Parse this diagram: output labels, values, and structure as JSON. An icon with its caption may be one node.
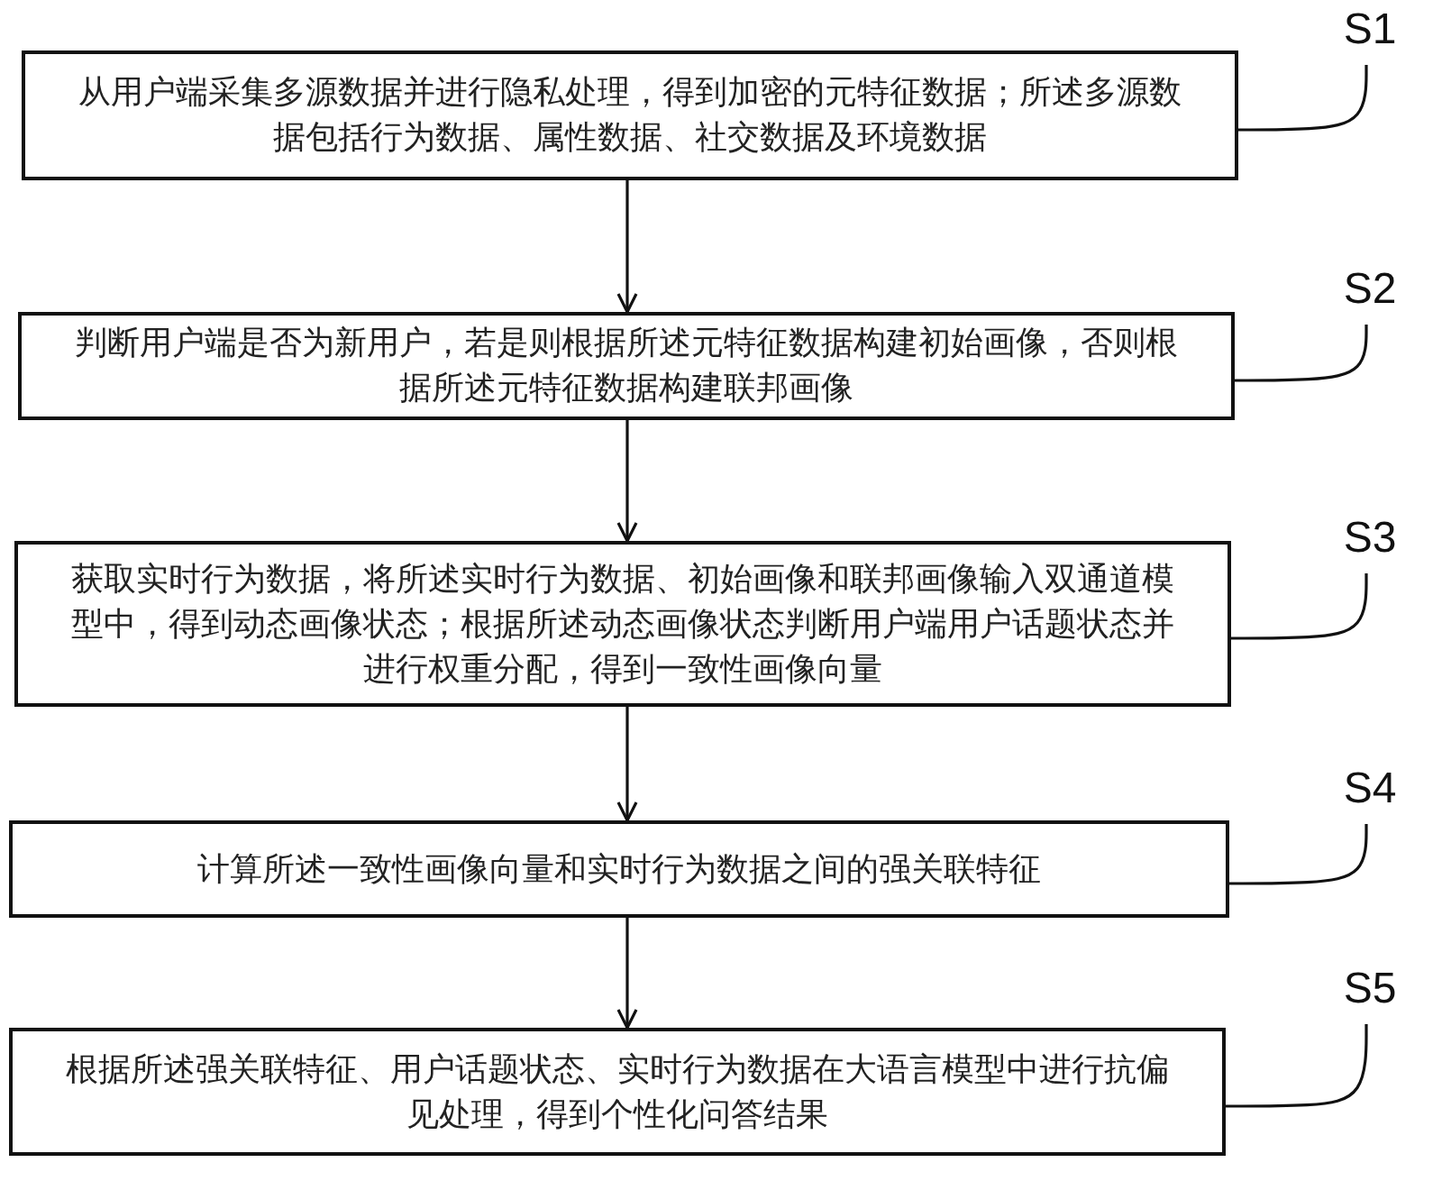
{
  "diagram": {
    "nodes": [
      {
        "text": [
          "从用户端采集多源数据并进行隐私处理，得到加密的元特征数据；所述多源数据包括行为数据、属性数据、社交数据及环境数据"
        ]
      },
      {
        "text": [
          "判断用户端是否为新用户，若是则根据所述元特征数据构建初始画像，否则根据所述元特征数据构建联邦画像"
        ]
      },
      {
        "text": [
          "获取实时行为数据，将所述实时行为数据、初始画像和联邦画像输入双通道模型中，得到动态画像状态；根据所述动态画像状态判断用户端用户话题状态并进行权重分配，得到一致性画像向量"
        ]
      },
      {
        "text": [
          "计算所述一致性画像向量和实时行为数据之间的强关联特征"
        ]
      },
      {
        "text": [
          "根据所述强关联特征、用户话题状态、实时行为数据在大语言模型中进行抗偏见处理，得到个性化问答结果"
        ]
      },
      {
        "text": [
          "S1"
        ]
      },
      {
        "text": [
          "S2"
        ]
      },
      {
        "text": [
          "S3"
        ]
      },
      {
        "text": [
          "S4"
        ]
      },
      {
        "text": [
          "S5"
        ]
      }
    ],
    "edges": [
      {
        "from": 0,
        "to": 1,
        "arrow": "to"
      },
      {
        "from": 1,
        "to": 2,
        "arrow": "to"
      },
      {
        "from": 2,
        "to": 3,
        "arrow": "to"
      },
      {
        "from": 3,
        "to": 4,
        "arrow": "to"
      },
      {
        "from": 5,
        "to": 0,
        "arrow": "none"
      },
      {
        "from": 6,
        "to": 1,
        "arrow": "none"
      },
      {
        "from": 7,
        "to": 2,
        "arrow": "none"
      },
      {
        "from": 8,
        "to": 3,
        "arrow": "none"
      },
      {
        "from": 9,
        "to": 4,
        "arrow": "none"
      }
    ]
  }
}
